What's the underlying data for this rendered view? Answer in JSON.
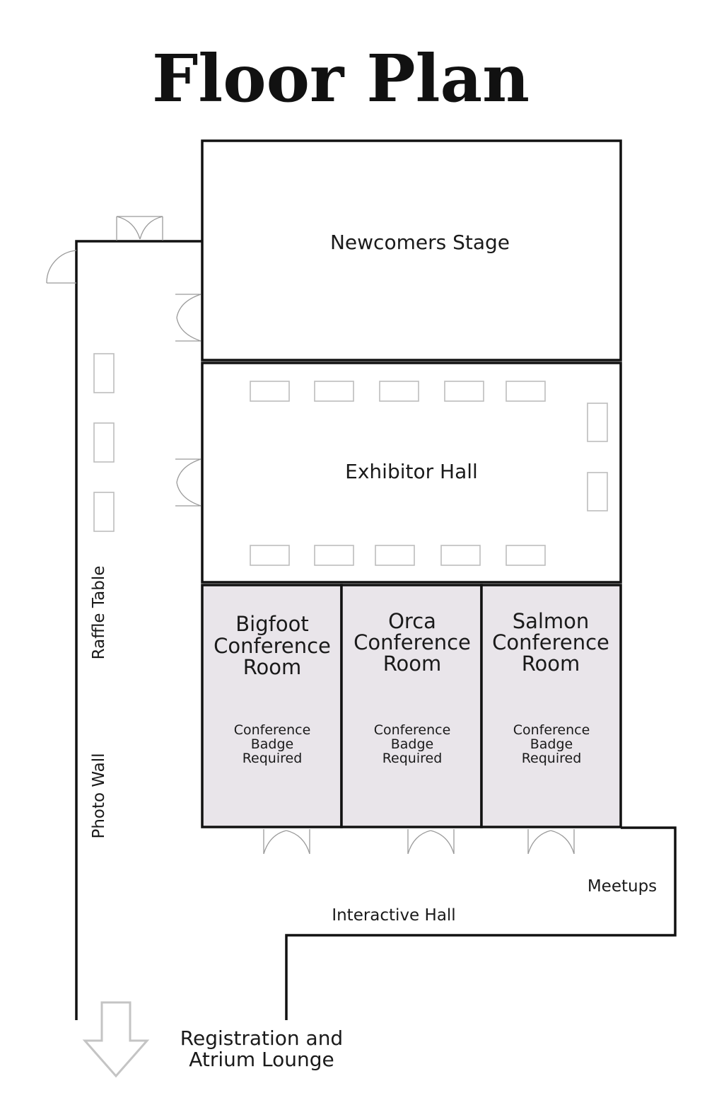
{
  "title": "Floor Plan",
  "rooms": {
    "newcomers": "Newcomers Stage",
    "exhibitor": "Exhibitor Hall",
    "conference": [
      {
        "lines": [
          "Bigfoot",
          "Conference",
          "Room"
        ],
        "note": [
          "Conference",
          "Badge",
          "Required"
        ]
      },
      {
        "lines": [
          "Orca",
          "Conference",
          "Room"
        ],
        "note": [
          "Conference",
          "Badge",
          "Required"
        ]
      },
      {
        "lines": [
          "Salmon",
          "Conference",
          "Room"
        ],
        "note": [
          "Conference",
          "Badge",
          "Required"
        ]
      }
    ]
  },
  "areas": {
    "raffle": "Raffle Table",
    "photo": "Photo Wall",
    "meetups": "Meetups",
    "interactive": "Interactive Hall",
    "registration_lines": [
      "Registration and",
      "Atrium Lounge"
    ]
  },
  "colors": {
    "wall": "#111111",
    "conference_fill": "#e9e5ea",
    "table_outline": "#bdbdbd",
    "arrow_outline": "#c4c4c4"
  }
}
